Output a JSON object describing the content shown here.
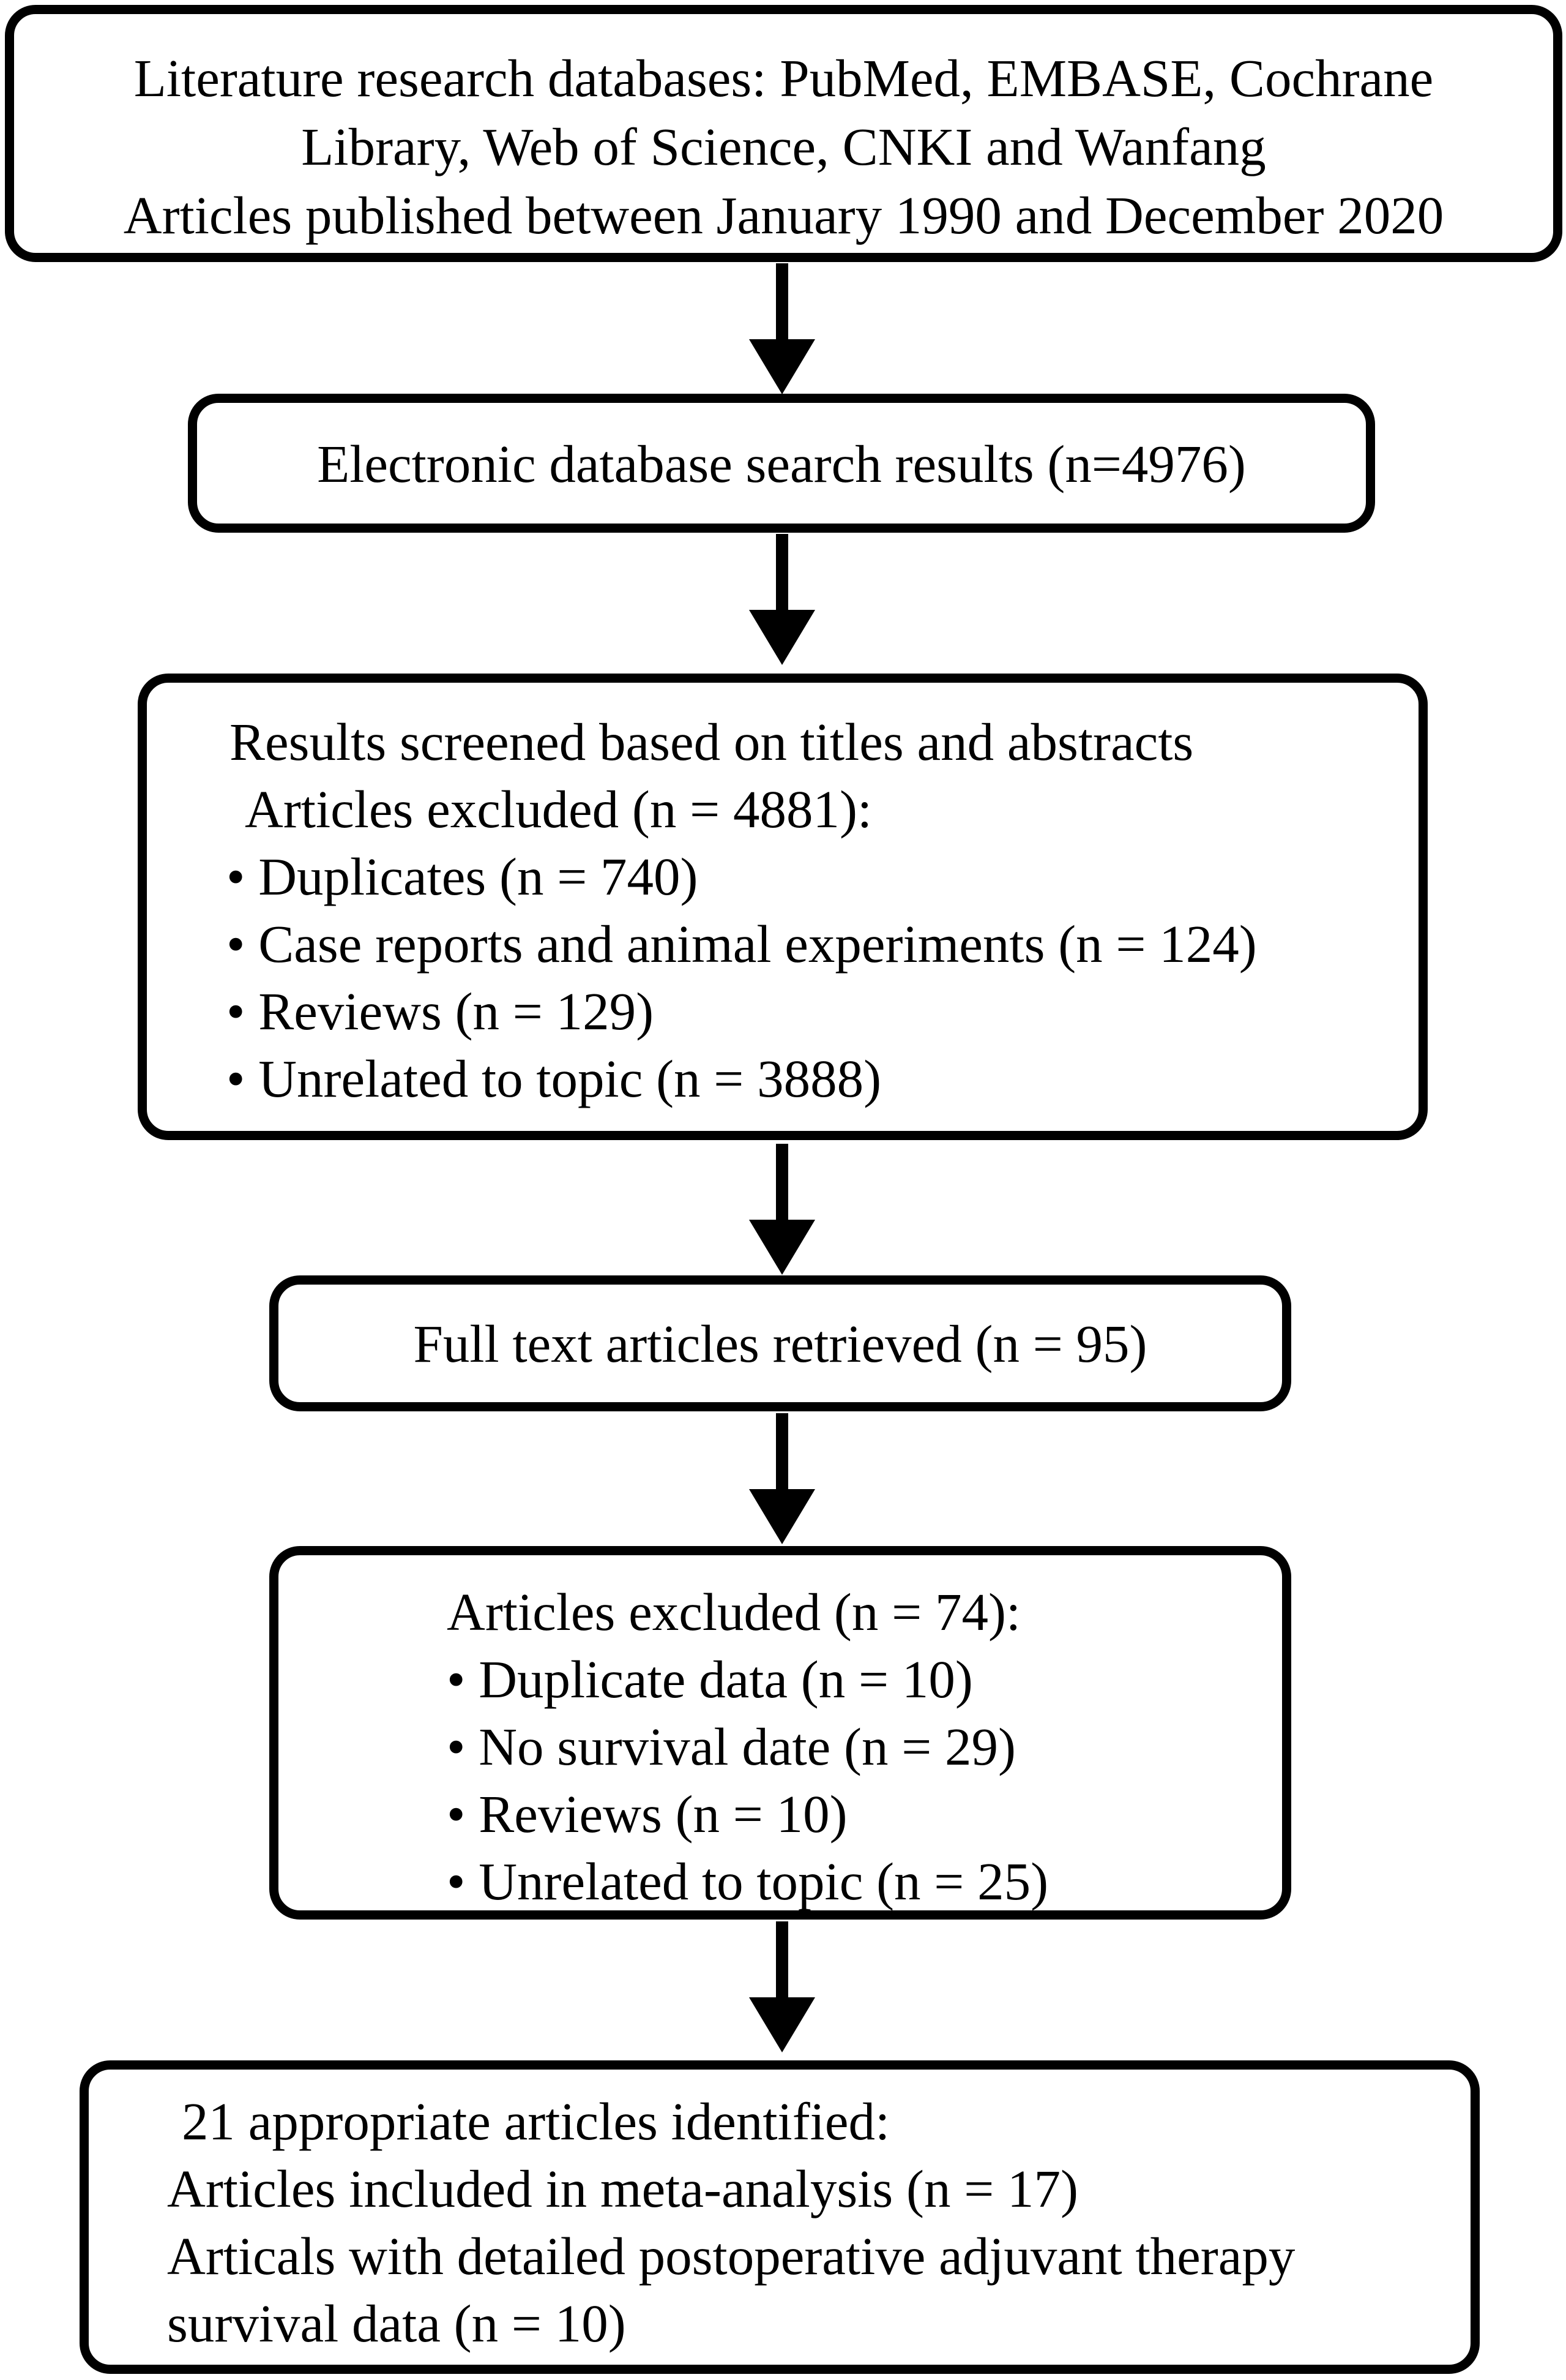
{
  "boxes": {
    "sources": {
      "lines": [
        "Literature research databases: PubMed, EMBASE, Cochrane",
        "Library, Web of Science, CNKI and Wanfang",
        "Articles published between January 1990 and December 2020"
      ]
    },
    "search_results": {
      "text": "Electronic database search results (n=4976)"
    },
    "screening": {
      "title": "Results screened based on titles and abstracts",
      "subtitle": "Articles excluded (n = 4881):",
      "items": [
        "• Duplicates (n = 740)",
        "• Case reports and animal experiments (n = 124)",
        "• Reviews  (n = 129)",
        "• Unrelated to topic (n = 3888)"
      ]
    },
    "full_text": {
      "text": "Full text articles retrieved (n = 95)"
    },
    "fulltext_exclusion": {
      "title": "Articles excluded (n = 74):",
      "items": [
        "• Duplicate data  (n = 10)",
        "• No survival date (n = 29)",
        "• Reviews  (n = 10)",
        "• Unrelated to topic (n = 25)"
      ]
    },
    "included": {
      "title": "21 appropriate articles identified:",
      "lines": [
        "Articles included in meta-analysis  (n = 17)",
        "Articals with detailed postoperative adjuvant therapy",
        "survival data (n = 10)"
      ]
    }
  },
  "colors": {
    "stroke": "#000000",
    "background": "#ffffff"
  }
}
